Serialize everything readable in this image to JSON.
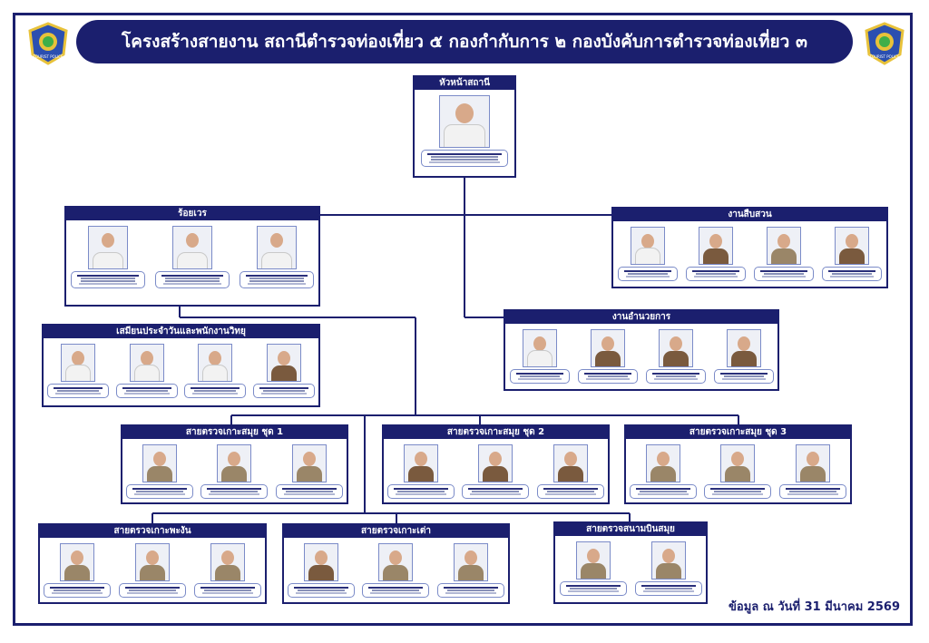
{
  "header": {
    "title": "โครงสร้างสายงาน สถานีตำรวจท่องเที่ยว ๕ กองกำกับการ ๒ กองบังคับการตำรวจท่องเที่ยว ๓",
    "badge_text": "TOURIST POLICE"
  },
  "colors": {
    "navy": "#1b1f6e",
    "badge_blue": "#2b4fb0",
    "badge_gold": "#e8c23a"
  },
  "icons": {
    "badge": "tourist-police-badge-icon",
    "person": "officer-photo-icon"
  },
  "groups": [
    {
      "name": "หัวหน้าสถานี",
      "members": 1
    },
    {
      "name": "ร้อยเวร",
      "members": 3
    },
    {
      "name": "งานสืบสวน",
      "members": 4
    },
    {
      "name": "เสมียนประจำวันและพนักงานวิทยุ",
      "members": 4
    },
    {
      "name": "งานอำนวยการ",
      "members": 4
    },
    {
      "name": "สายตรวจเกาะสมุย ชุด 1",
      "members": 3
    },
    {
      "name": "สายตรวจเกาะสมุย ชุด 2",
      "members": 3
    },
    {
      "name": "สายตรวจเกาะสมุย ชุด 3",
      "members": 3
    },
    {
      "name": "สายตรวจเกาะพะงัน",
      "members": 3
    },
    {
      "name": "สายตรวจเกาะเต่า",
      "members": 3
    },
    {
      "name": "สายตรวจสนามบินสมุย",
      "members": 2
    }
  ],
  "footer": {
    "date_text": "ข้อมูล ณ วันที่ 31 มีนาคม 2569"
  }
}
